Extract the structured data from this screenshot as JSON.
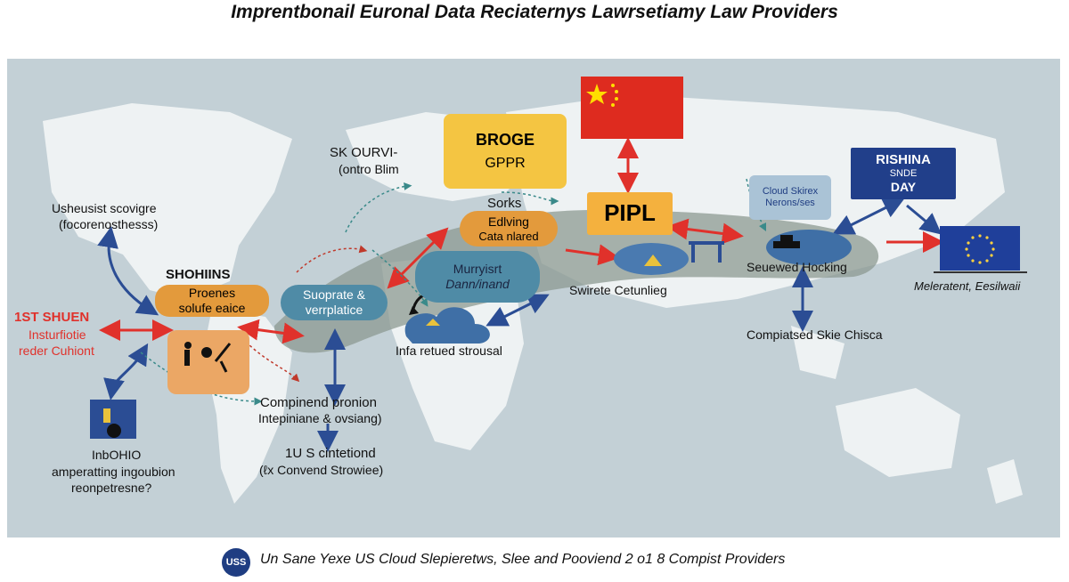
{
  "title": "Imprentbonail Euronal Data Reciaternys Lawrsetiamy Law Providers",
  "boxes": {
    "broge_top": "BROGE",
    "broge_bottom": "GPPR",
    "pipl": "PIPL",
    "edlving_top": "Edlving",
    "edlving_bottom": "Cata nlared",
    "murryisrt_top": "Murryisrt",
    "murryisrt_bottom": "Dann/inand",
    "suoprate_top": "Suoprate &",
    "suoprate_bottom": "verrplatice",
    "proenes_top": "Proenes",
    "proenes_bottom": "solufe eaice",
    "cloud_top": "Cloud Skirex",
    "cloud_bottom": "Nerons/ses",
    "rishina_top": "RISHINA",
    "rishina_mid": "SNDE",
    "rishina_bottom": "DAY"
  },
  "labels": {
    "sk_ourvi": "SK OURVI-",
    "ontro_blim": "(ontro Blim",
    "sorks": "Sorks",
    "usheusist_1": "Usheusist scovigre",
    "usheusist_2": "(focorenosthesss)",
    "shohiins": "SHOHIINS",
    "red_1": "1ST SHUEN",
    "red_2": "Insturfiotie",
    "red_3": "reder Cuhiont",
    "infa": "Infa retued strousal",
    "compinend_1": "Compinend pronion",
    "compinend_2": "Intepiniane & ovsiang)",
    "us_1": "1U S cintetiond",
    "us_2": "(ℓx Convend Strowiee)",
    "inbohio_1": "InbOHIO",
    "inbohio_2": "amperatting ingoubion",
    "inbohio_3": "reonpetresne?",
    "swirete": "Swirete Cetunlieg",
    "seuewed": "Seuewed Hocking",
    "compiatsed": "Compiatsed Skie Chisca",
    "meleraterant": "Meleratent, Eesilwaii"
  },
  "footer": {
    "badge": "USS",
    "caption": "Un Sane Yexe  US Cloud Slepieretws, Slee and Pooviend 2 o1 8 Compist Providers"
  },
  "colors": {
    "map_water": "#c3d0d6",
    "land": "#ecf0f1",
    "arrow_red": "#e0312b",
    "arrow_blue": "#2b4d94",
    "box_yellow": "#f4c542",
    "box_orange": "#e39a3c",
    "box_teal": "#4f8ba6",
    "flag_red": "#de2b1f",
    "flag_star": "#ffde00",
    "eu_blue": "#1f3f9a",
    "navy_box": "#213f8a"
  }
}
